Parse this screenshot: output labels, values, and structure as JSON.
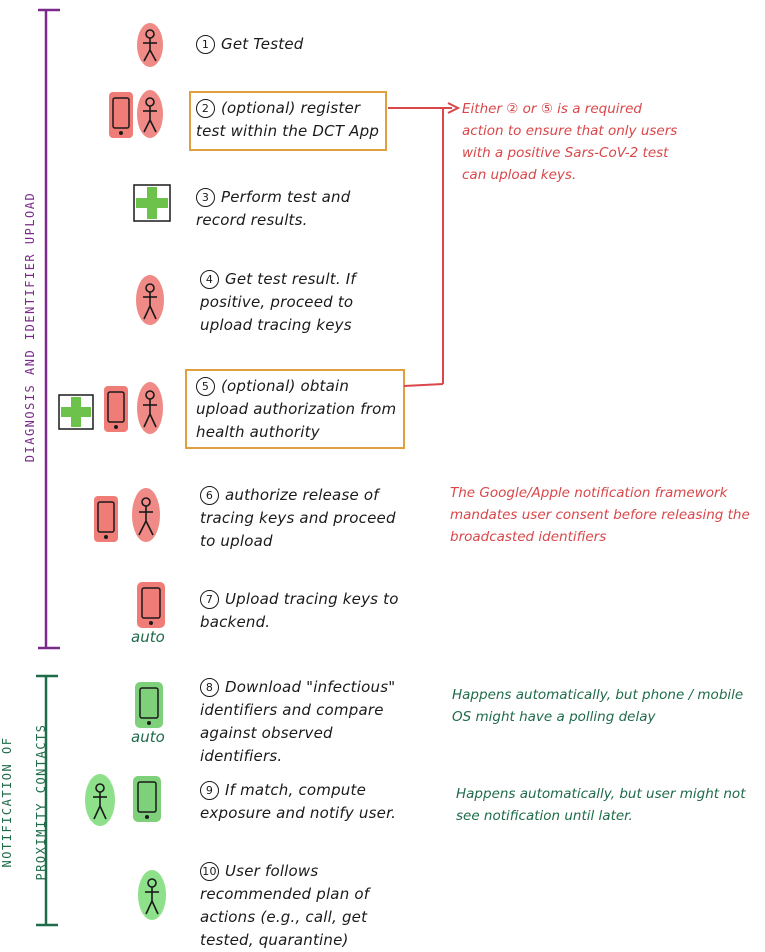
{
  "phases": {
    "diagnosis": "DIAGNOSIS AND IDENTIFIER UPLOAD",
    "notification_line1": "NOTIFICATION OF",
    "notification_line2": "PROXIMITY CONTACTS"
  },
  "steps": [
    {
      "num": "1",
      "text": "Get Tested"
    },
    {
      "num": "2",
      "text": "(optional) register test within the DCT App"
    },
    {
      "num": "3",
      "text": "Perform test and record results."
    },
    {
      "num": "4",
      "text": "Get test result. If positive, proceed to upload tracing keys"
    },
    {
      "num": "5",
      "text": "(optional) obtain upload authorization from health authority"
    },
    {
      "num": "6",
      "text": "authorize release of tracing keys and proceed to upload"
    },
    {
      "num": "7",
      "text": "Upload tracing keys to backend."
    },
    {
      "num": "8",
      "text": "Download \"infectious\" identifiers and compare against observed identifiers."
    },
    {
      "num": "9",
      "text": "If match, compute exposure and notify user."
    },
    {
      "num": "10",
      "text": "User follows recommended plan of actions (e.g., call, get tested, quarantine)"
    }
  ],
  "notes": {
    "required": "Either ② or ⑤ is a required action to ensure that only users with a positive Sars-CoV-2 test can upload keys.",
    "consent": "The Google/Apple notification framework mandates user consent before releasing the broadcasted identifiers",
    "polling": "Happens automatically, but phone / mobile OS might have a polling delay",
    "later": "Happens automatically, but user might not see notification until later."
  },
  "auto": {
    "step7": "auto",
    "step8": "auto"
  },
  "colors": {
    "diagnosis_bracket": "#7a2a8a",
    "notification_bracket": "#1f6b4a",
    "person_red": "#f08a86",
    "phone_red": "#f07c78",
    "person_green": "#8ee08a",
    "phone_green": "#7fd07a",
    "cross_green": "#6cc24a",
    "orange_box": "#e0a040",
    "red_note": "#d9474a",
    "green_note": "#1f6b4a"
  }
}
